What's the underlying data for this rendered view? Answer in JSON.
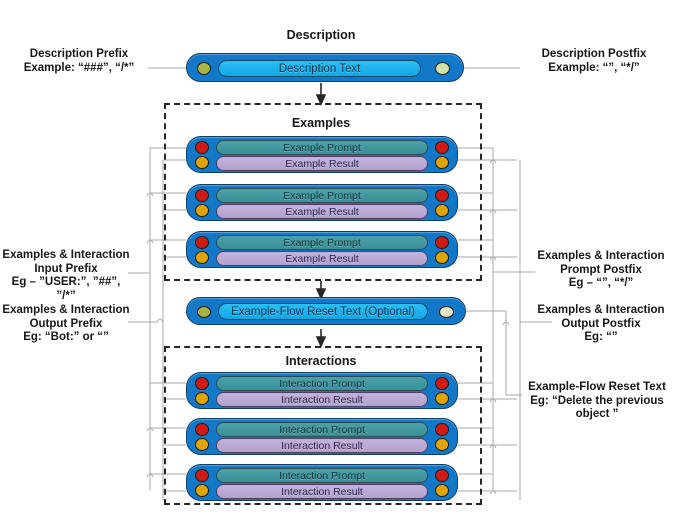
{
  "diagram": {
    "title_description": "Description",
    "title_examples": "Examples",
    "title_interactions": "Interactions"
  },
  "bars": {
    "description_text": "Description Text",
    "reset_text": "Example-Flow Reset Text (Optional)",
    "example_prompt": "Example Prompt",
    "example_result": "Example Result",
    "interaction_prompt": "Interaction Prompt",
    "interaction_result": "Interaction Result"
  },
  "notes": {
    "description_prefix": "Description Prefix\nExample: “###”, “/*”",
    "description_postfix": "Description Postfix\nExample: “”,  “*/”",
    "input_prefix": "Examples & Interaction\nInput Prefix\nEg – ”USER:”, ”##”, ”/*”",
    "output_prefix": "Examples & Interaction\nOutput Prefix\nEg: “Bot:” or “”",
    "prompt_postfix": "Examples & Interaction\nPrompt Postfix\nEg – “”, “*/”",
    "output_postfix": "Examples & Interaction\nOutput Postfix\nEg: “”",
    "reset_note": "Example-Flow Reset Text\nEg: “Delete the previous\nobject ”"
  },
  "colors": {
    "bar_blue": "#1378c8",
    "prompt_teal": "#3f9096",
    "result_purple": "#b9a8d0",
    "cyan": "#0fa8e8",
    "dot_red": "#d21a15",
    "dot_gold": "#e0a400",
    "dot_olive": "#a9b542",
    "dot_pale_green": "#cfe0a8",
    "wire_gray": "#a8a8a8",
    "dash_black": "#262626"
  }
}
